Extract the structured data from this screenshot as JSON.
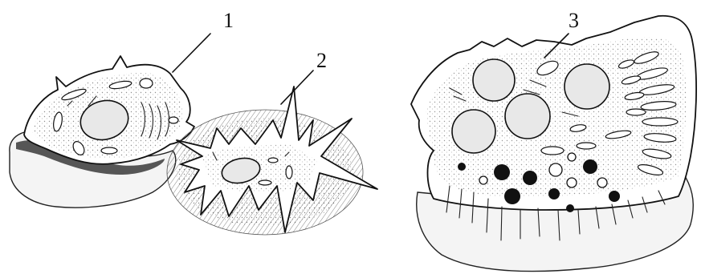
{
  "labels": [
    {
      "id": "1",
      "text": "1"
    },
    {
      "id": "2",
      "text": "2"
    },
    {
      "id": "3",
      "text": "3"
    }
  ],
  "colors": {
    "ink": "#111111",
    "background": "#ffffff"
  }
}
